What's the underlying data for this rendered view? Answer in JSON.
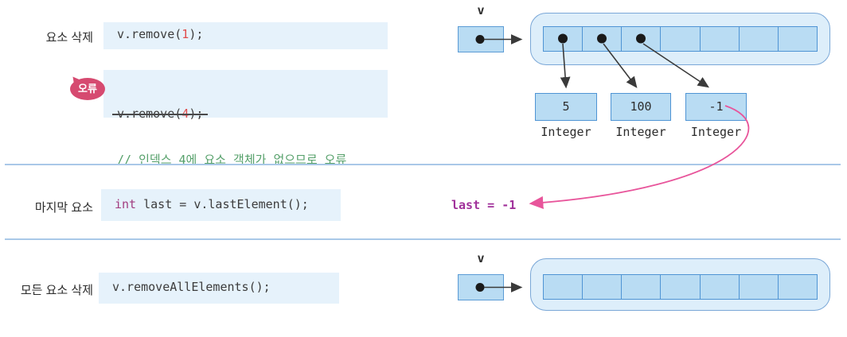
{
  "rows": {
    "remove": {
      "label": "요소 삭제",
      "code_pre": "v.remove(",
      "code_arg": "1",
      "code_post": ");"
    },
    "error": {
      "badge": "오류",
      "code_pre": "v.remove(",
      "code_arg": "4",
      "code_post": ");",
      "comment": "// 인덱스 4에 요소 객체가 없으므로 오류"
    },
    "last": {
      "label": "마지막 요소",
      "code_kw": "int",
      "code_rest": " last = v.lastElement();",
      "result": "last = -1"
    },
    "remove_all": {
      "label": "모든 요소 삭제",
      "code": "v.removeAllElements();"
    }
  },
  "diagram_top": {
    "ref_label": "v",
    "cells": 7,
    "filled_cells": 3,
    "elements": [
      {
        "value": "5",
        "type": "Integer"
      },
      {
        "value": "100",
        "type": "Integer"
      },
      {
        "value": "-1",
        "type": "Integer"
      }
    ]
  },
  "diagram_bottom": {
    "ref_label": "v",
    "cells": 7,
    "filled_cells": 0
  },
  "colors": {
    "code_box_bg": "#e6f2fb",
    "container_fill": "#ddeefa",
    "cell_fill": "#b9dcf3",
    "border_blue": "#4f94d4",
    "divider_blue": "#a9c8e8",
    "arg_red": "#e04b4b",
    "keyword_magenta": "#a13d80",
    "comment_green": "#55a06a",
    "result_magenta": "#a0309a",
    "pink_arrow": "#e8559b",
    "badge_bg": "#d64a70"
  }
}
